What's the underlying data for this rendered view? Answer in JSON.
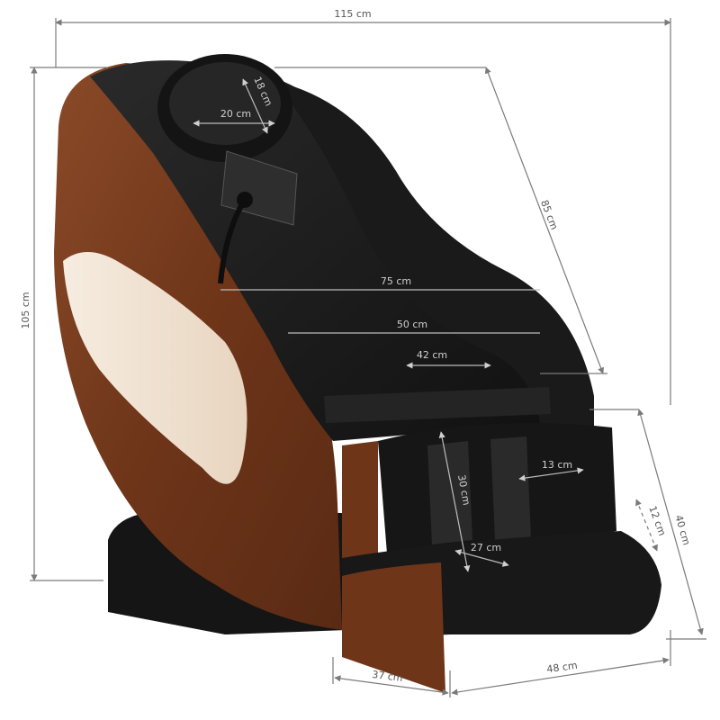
{
  "image": {
    "subject": "Massage chair product photo with dimensions",
    "colors": {
      "background": "#ffffff",
      "leather_black": "#1c1c1c",
      "wood_brown": "#7a3f22",
      "cream_panel": "#f1e3d3",
      "dimension_line": "#7a7a7a"
    }
  },
  "dimensions": {
    "overall_width": "115 cm",
    "overall_height": "105 cm",
    "backrest_length": "85 cm",
    "headrest_width": "20 cm",
    "headrest_height": "18 cm",
    "shoulder_width": "75 cm",
    "seat_width": "50 cm",
    "seat_inner_width": "42 cm",
    "calf_rest_width": "13 cm",
    "calf_rest_height": "30 cm",
    "foot_rest_width": "27 cm",
    "foot_rest_depth": "12 cm",
    "leg_rest_height": "40 cm",
    "base_depth_left": "37 cm",
    "base_depth_right": "48 cm"
  }
}
